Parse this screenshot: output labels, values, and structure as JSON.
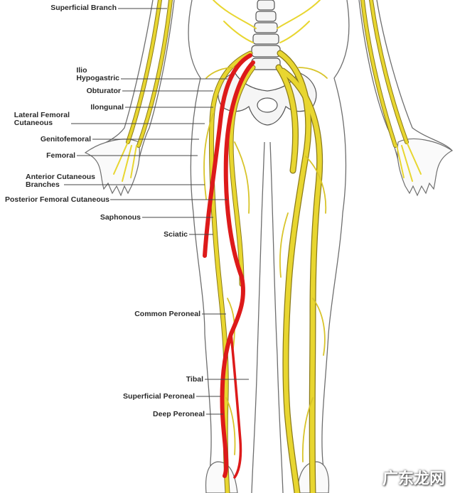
{
  "labels": {
    "superficial_branch": "Superficial Branch",
    "ilio_hypogastric_1": "Ilio",
    "ilio_hypogastric_2": "Hypogastric",
    "obturator": "Obturator",
    "ilioinguinal": "Ilongunal",
    "lateral_femoral_cutaneous_1": "Lateral Femoral",
    "lateral_femoral_cutaneous_2": "Cutaneous",
    "genitofemoral": "Genitofemoral",
    "femoral": "Femoral",
    "anterior_cutaneous_1": "Anterior Cutaneous",
    "anterior_cutaneous_2": "Branches",
    "posterior_femoral_cutaneous": "Posterior Femoral Cutaneous",
    "saphenous": "Saphonous",
    "sciatic": "Sciatic",
    "common_peroneal": "Common Peroneal",
    "tibial": "Tibal",
    "superficial_peroneal": "Superficial Peroneal",
    "deep_peroneal": "Deep Peroneal"
  },
  "watermark": "广东龙网",
  "colors": {
    "nerve": "#e8d630",
    "nerve_outline": "#8a7a1a",
    "highlight": "#dd1a1a",
    "bone": "#f4f4f4",
    "leader": "#444444"
  }
}
